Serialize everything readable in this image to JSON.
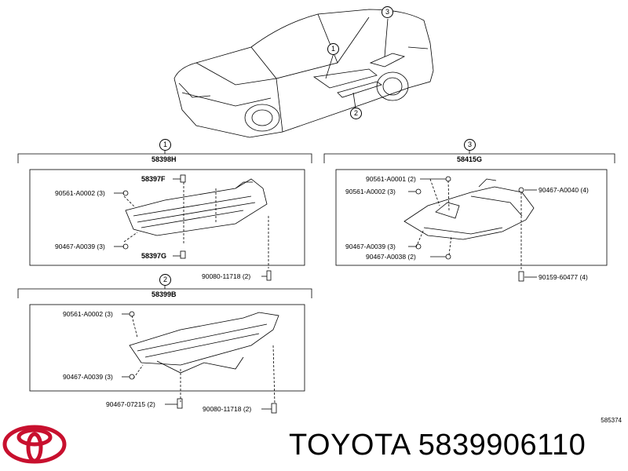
{
  "callouts": {
    "c1": "1",
    "c2": "2",
    "c3": "3"
  },
  "groups": {
    "g1": {
      "number": "1",
      "assembly": "58398H",
      "parts": {
        "p58397f": "58397F",
        "p90561": "90561-A0002 (3)",
        "p90467": "90467-A0039 (3)",
        "p58397g": "58397G",
        "p90080": "90080-11718 (2)"
      }
    },
    "g2": {
      "number": "2",
      "assembly": "58399B",
      "parts": {
        "p90561": "90561-A0002 (3)",
        "p90467a": "90467-A0039 (3)",
        "p90467b": "90467-07215 (2)",
        "p90080": "90080-11718 (2)"
      }
    },
    "g3": {
      "number": "3",
      "assembly": "58415G",
      "parts": {
        "p90561a": "90561-A0001 (2)",
        "p90561b": "90561-A0002 (3)",
        "p90467a": "90467-A0040 (4)",
        "p90467b": "90467-A0039 (3)",
        "p90467c": "90467-A0038 (2)",
        "p90159": "90159-60477 (4)"
      }
    }
  },
  "catalog_code": "585374",
  "brand": "TOYOTA",
  "part_number": "5839906110",
  "colors": {
    "logo": "#c8102e",
    "line": "#000000"
  },
  "icons": {
    "logo": "toyota-logo-icon"
  }
}
